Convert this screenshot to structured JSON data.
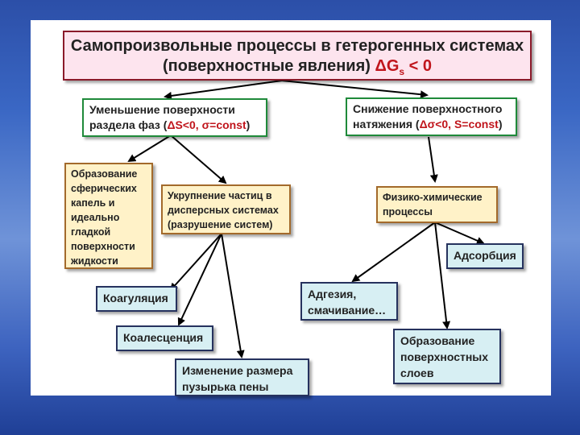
{
  "title": {
    "line1": "Самопроизвольные процессы в гетерогенных системах",
    "line2_text": "(поверхностные явления) ",
    "line2_formula_prefix": "ΔG",
    "line2_formula_sub": "s",
    "line2_formula_suffix": " < 0"
  },
  "left_branch": {
    "line1": "Уменьшение поверхности",
    "line2_text": "раздела фаз (",
    "line2_formula": "ΔS<0, σ=const",
    "line2_close": ")"
  },
  "right_branch": {
    "line1": "Снижение поверхностного",
    "line2_text": "натяжения (",
    "line2_formula": "Δσ<0, S=const",
    "line2_close": ")"
  },
  "spherical_drops": [
    "Образование",
    "сферических",
    "капель и",
    "идеально",
    "гладкой",
    "поверхности",
    "жидкости"
  ],
  "particle_enlargement": [
    "Укрупнение частиц в",
    "дисперсных системах",
    "(разрушение систем)"
  ],
  "physchem": [
    "Физико-химические",
    "процессы"
  ],
  "coagulation": "Коагуляция",
  "coalescence": "Коалесценция",
  "foam_bubble": [
    "Изменение размера",
    "пузырька пены"
  ],
  "adsorption": "Адсорбция",
  "adhesion": [
    "Адгезия,",
    "смачивание…"
  ],
  "surface_layers": [
    "Образование",
    "поверхностных",
    "слоев"
  ],
  "colors": {
    "formula_red": "#c0151c",
    "title_border": "#8a1a2a",
    "title_fill": "#fde4ee",
    "green_border": "#1f8a3a",
    "tan_border": "#a36a2b",
    "tan_fill": "#fff2c8",
    "blue_border": "#26325e",
    "blue_fill": "#d7eff3"
  }
}
